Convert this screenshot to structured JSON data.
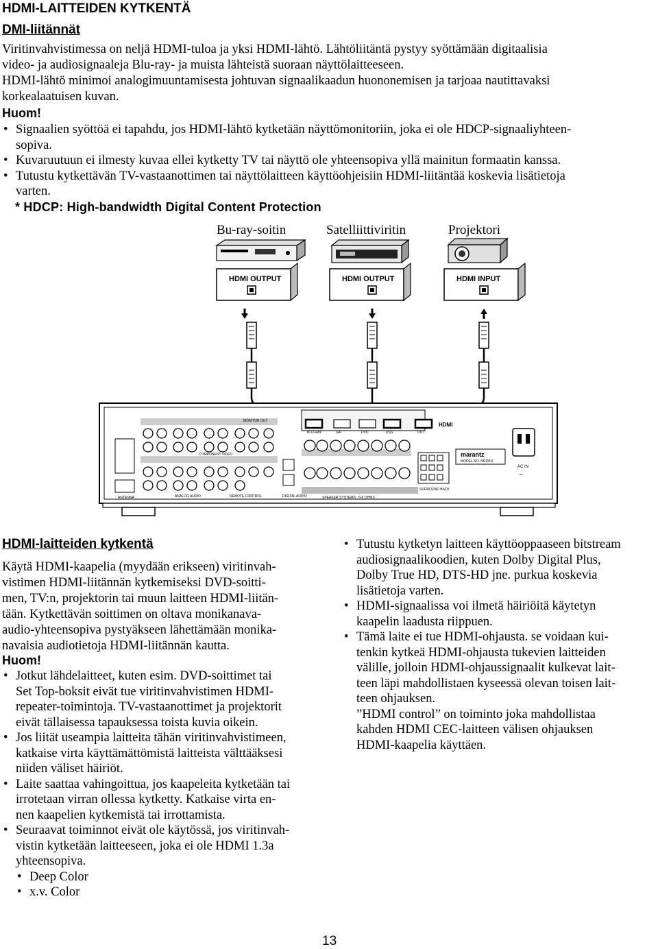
{
  "title": "HDMI-LAITTEIDEN KYTKENTÄ",
  "subtitle": "DMI-liitännät",
  "intro": {
    "line1": "Viritinvahvistimessa on neljä HDMI-tuloa ja yksi HDMI-lähtö. Lähtöliitäntä pystyy syöttämään digitaalisia",
    "line2": "video- ja audiosignaaleja Blu-ray- ja muista lähteistä suoraan näyttölaitteeseen.",
    "line3": "HDMI-lähtö minimoi analogimuuntamisesta johtuvan signaalikaadun huononemisen ja tarjoaa nautittavaksi",
    "line4": "korkealaatuisen kuvan."
  },
  "note_label": "Huom!",
  "notes": [
    {
      "l1": "Signaalien syöttöä ei tapahdu, jos HDMI-lähtö kytketään näyttömonitoriin, joka ei ole HDCP-signaaliyhteen-",
      "l2": "sopiva."
    },
    {
      "l1": "Kuvaruutuun ei ilmesty kuvaa ellei kytketty TV tai näyttö ole yhteensopiva yllä mainitun formaatin kanssa."
    },
    {
      "l1": "Tutustu kytkettävän TV-vastaanottimen tai näyttölaitteen käyttöohjeisiin HDMI-liitäntää koskevia lisätietoja",
      "l2": "varten."
    }
  ],
  "hdcp_note": "* HDCP: High-bandwidth Digital Content Protection",
  "diagram": {
    "devices": [
      {
        "label": "Bu-ray-soitin",
        "port": "HDMI OUTPUT"
      },
      {
        "label": "Satelliittiviritin",
        "port": "HDMI OUTPUT"
      },
      {
        "label": "Projektori",
        "port": "HDMI INPUT"
      }
    ],
    "receiver": {
      "brand": "marantz",
      "model": "MODEL NO. NR1501",
      "ac_in": "AC IN",
      "hdmi_inputs": [
        "BLU-RAY",
        "SAT",
        "DVD",
        "DSS"
      ],
      "hdmi_out": "OUT",
      "speaker_systems": "SPEAKER SYSTEMS : 6-8 OHMS",
      "antenna": "ANTENNA",
      "analog_audio": "ANALOG AUDIO",
      "remote_control": "REMOTE CONTROL",
      "digital_audio": "DIGITAL AUDIO",
      "surround_back": "SURROUND BACK",
      "component_video": "COMPONENT VIDEO",
      "monitor_out": "MONITOR OUT"
    }
  },
  "section2": {
    "heading": "HDMI-laitteiden kytkentä",
    "para": [
      "Käytä HDMI-kaapelia (myydään erikseen) viritinvah-",
      "vistimen HDMI-liitännän kytkemiseksi DVD-soitti-",
      "men, TV:n, projektorin tai muun laitteen HDMI-liitän-",
      "tään. Kytkettävän soittimen on oltava monikanava-",
      "audio-yhteensopiva pystyäkseen lähettämään monika-",
      "navaisia audiotietoja HDMI-liitännän kautta."
    ],
    "note_label": "Huom!",
    "left_bullets": [
      [
        "Jotkut lähdelaitteet, kuten esim. DVD-soittimet tai",
        "Set Top-boksit eivät tue viritinvahvistimen HDMI-",
        "repeater-toimintoja. TV-vastaanottimet ja projektorit",
        "eivät tällaisessa tapauksessa toista kuvia oikein."
      ],
      [
        "Jos liität useampia laitteita tähän viritinvahvistimeen,",
        "katkaise virta käyttämättömistä laitteista välttääksesi",
        "niiden väliset häiriöt."
      ],
      [
        "Laite saattaa vahingoittua, jos kaapeleita kytketään tai",
        " irrotetaan virran ollessa kytketty. Katkaise virta en-",
        "nen kaapelien kytkemistä tai irrottamista."
      ],
      [
        "Seuraavat toiminnot eivät ole käytössä, jos viritinvah-",
        "vistin kytketään laitteeseen, joka ei ole HDMI 1.3a",
        "yhteensopiva."
      ]
    ],
    "sub_bullets": [
      "Deep Color",
      "x.v. Color"
    ],
    "right_bullets": [
      [
        "Tutustu kytketyn laitteen käyttöoppaaseen bitstream",
        "audiosignaalikoodien, kuten Dolby Digital Plus,",
        "Dolby True HD, DTS-HD jne. purkua koskevia",
        "lisätietoja varten."
      ],
      [
        "HDMI-signaalissa voi ilmetä häiriöitä käytetyn",
        "kaapelin laadusta riippuen."
      ],
      [
        "Tämä laite ei tue HDMI-ohjausta. se voidaan kui-",
        "tenkin kytkeä HDMI-ohjausta tukevien laitteiden",
        "välille, jolloin HDMI-ohjaussignaalit kulkevat lait-",
        "teen läpi mahdollistaen kyseessä olevan toisen lait-",
        "teen ohjauksen.",
        "”HDMI control” on toiminto joka mahdollistaa",
        "kahden HDMI CEC-laitteen välisen ohjauksen",
        "HDMI-kaapelia käyttäen."
      ]
    ]
  },
  "page_number": "13"
}
